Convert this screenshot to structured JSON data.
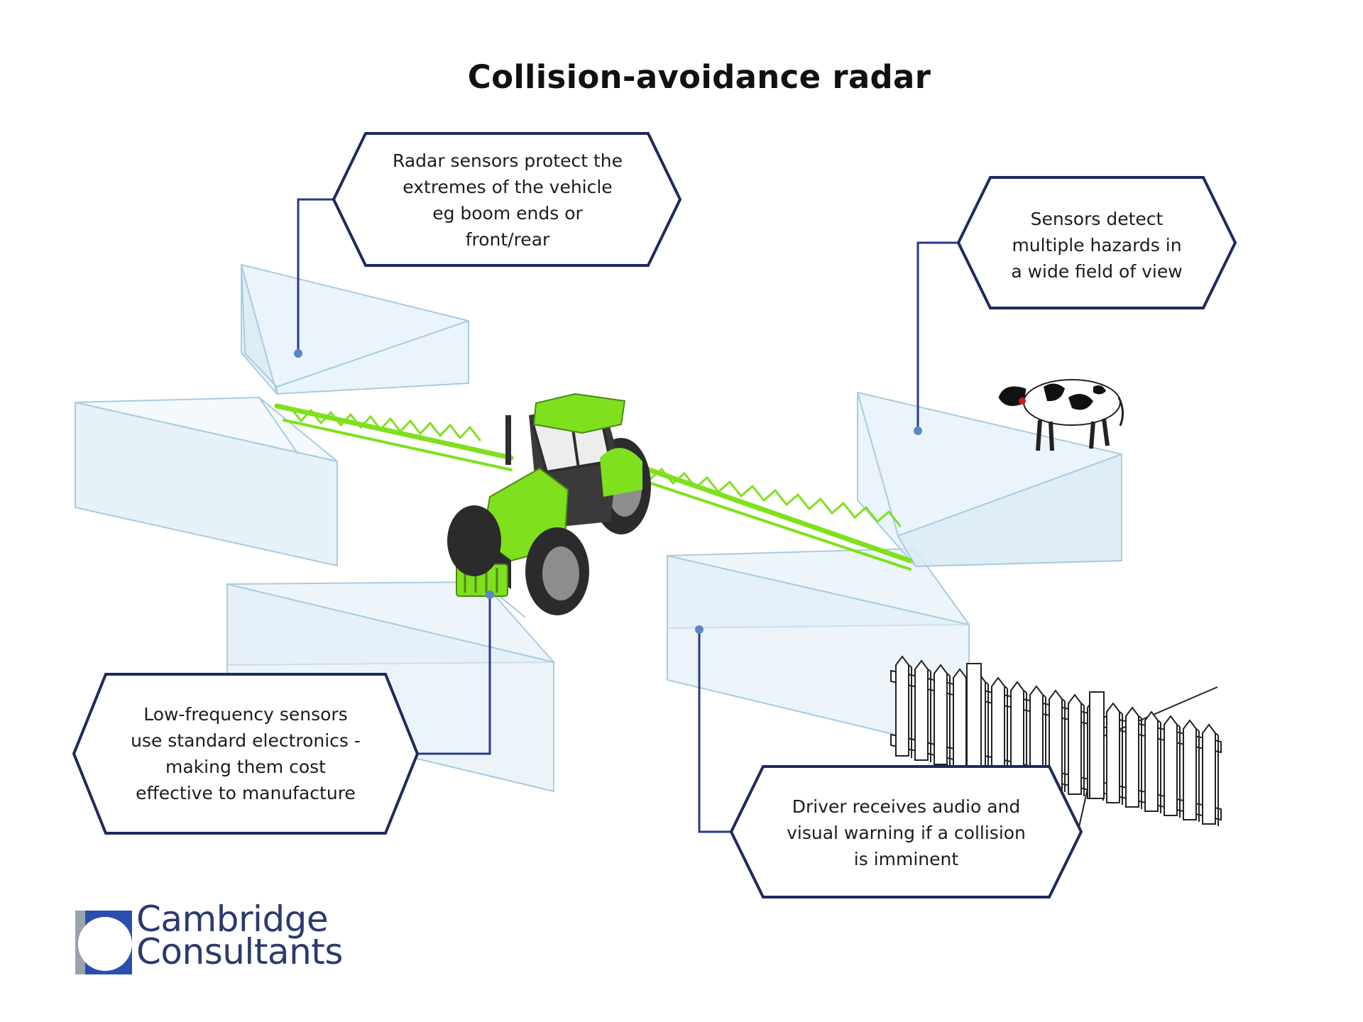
{
  "title": "Collision-avoidance radar",
  "colors": {
    "callout_border": "#1e2a5e",
    "leader_line": "#2a3a8a",
    "sensor_zone_fill": "#dbeaf4",
    "sensor_zone_edge": "#a9cbe0",
    "tractor_green": "#7fe01e",
    "logo_blue": "#2a4fb0",
    "logo_grey": "#9aa3ad"
  },
  "callouts": {
    "top_left": {
      "lines": [
        "Radar sensors protect the",
        "extremes of the vehicle",
        "eg boom ends or",
        "front/rear"
      ]
    },
    "top_right": {
      "lines": [
        "Sensors detect",
        "multiple hazards in",
        "a wide field of view"
      ]
    },
    "bottom_left": {
      "lines": [
        "Low-frequency sensors",
        "use standard electronics -",
        "making them cost",
        "effective to manufacture"
      ]
    },
    "bottom_right": {
      "lines": [
        "Driver receives audio and",
        "visual warning if a collision",
        "is imminent"
      ]
    }
  },
  "illustrations": {
    "vehicle": "tractor-with-sprayer-boom",
    "hazard_animal": "cow-icon",
    "hazard_structure": "fence-icon"
  },
  "logo": {
    "line1": "Cambridge",
    "line2": "Consultants"
  }
}
